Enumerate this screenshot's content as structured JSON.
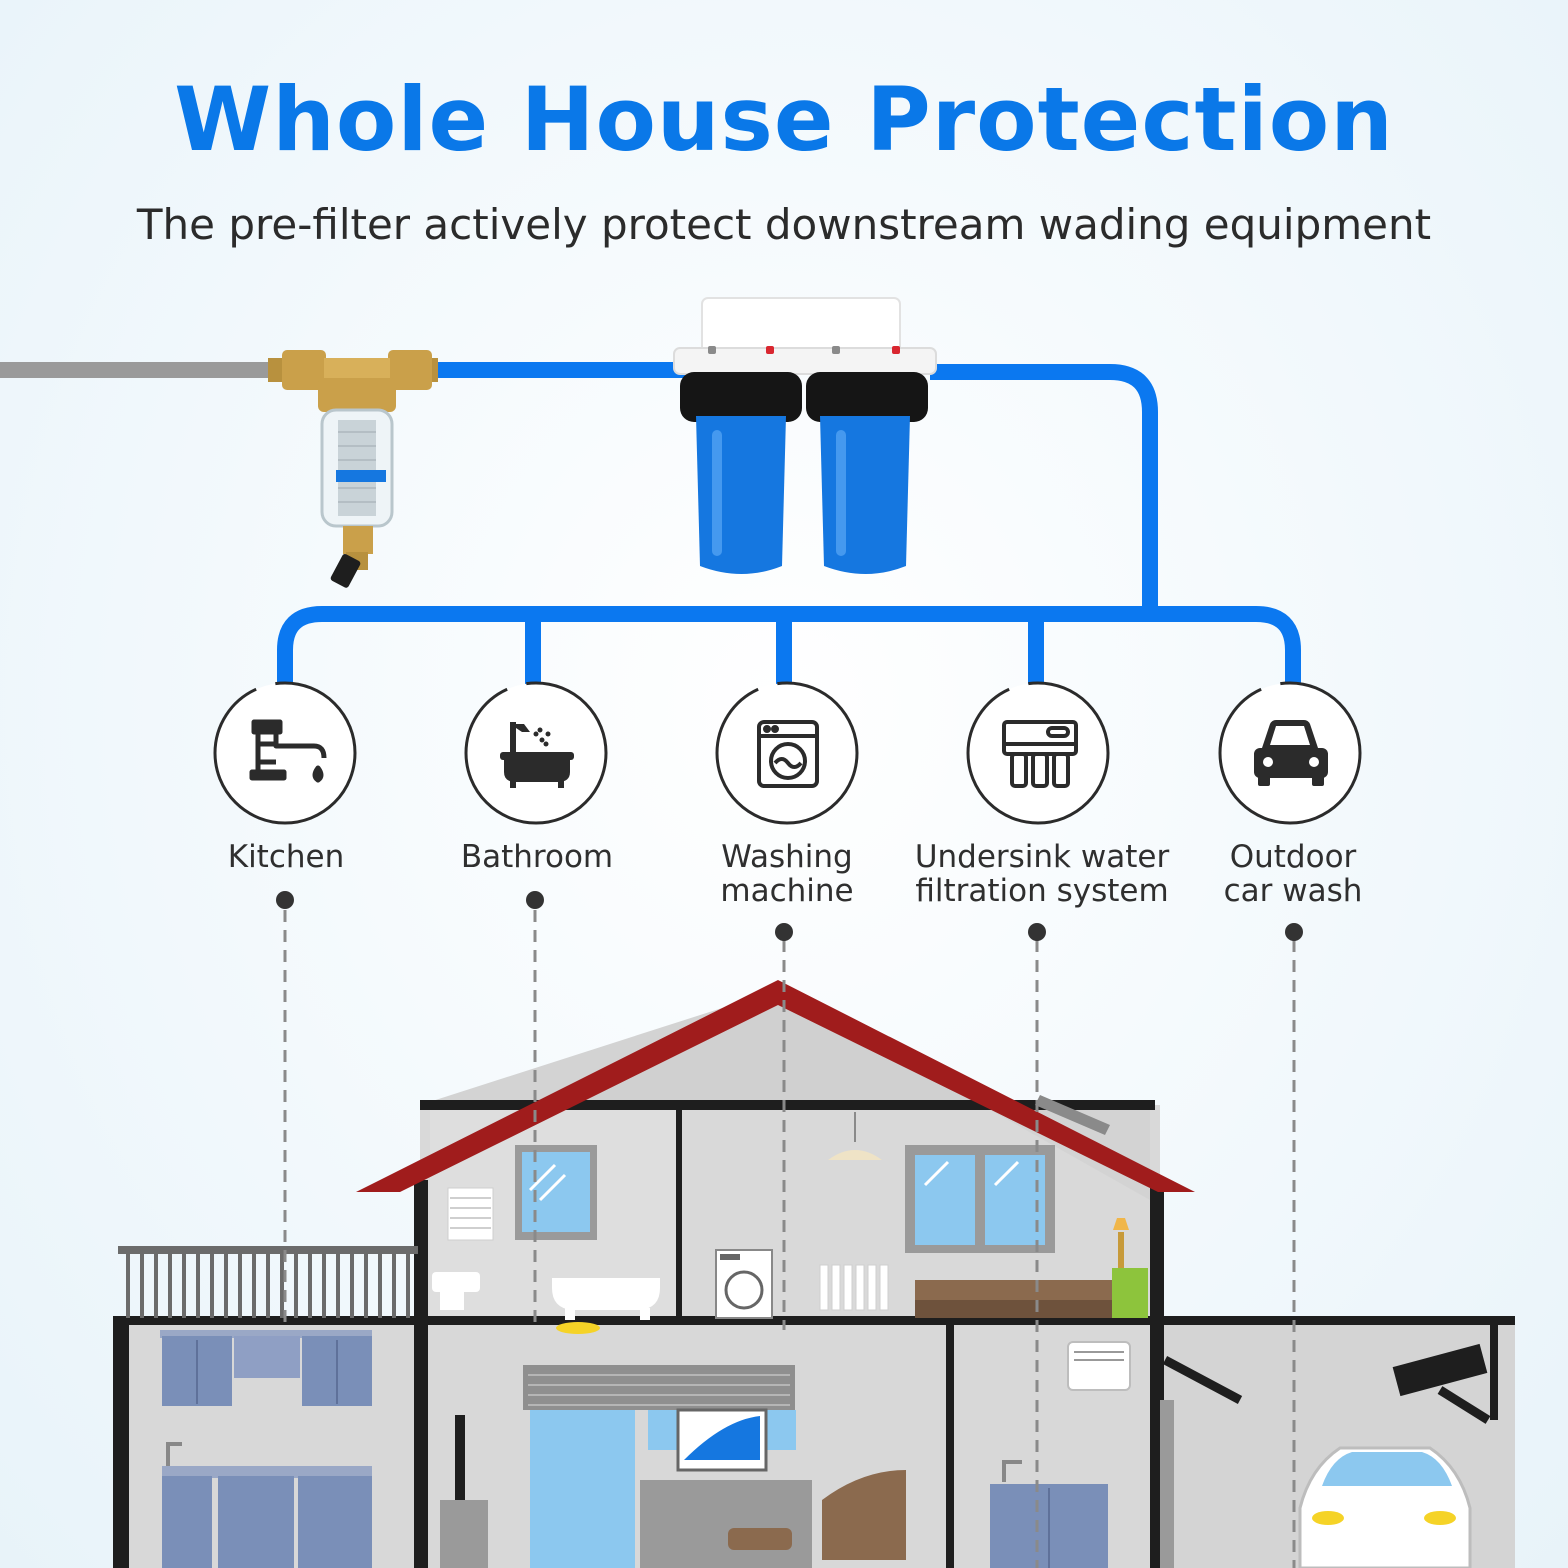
{
  "header": {
    "title": "Whole House Protection",
    "subtitle": "The pre-filter actively protect downstream wading equipment"
  },
  "outlets": [
    {
      "key": "kitchen",
      "line1": "Kitchen",
      "line2": "",
      "icon": "faucet-icon"
    },
    {
      "key": "bathroom",
      "line1": "Bathroom",
      "line2": "",
      "icon": "bathtub-shower-icon"
    },
    {
      "key": "washing",
      "line1": "Washing",
      "line2": "machine",
      "icon": "washing-machine-icon"
    },
    {
      "key": "undersink",
      "line1": "Undersink water",
      "line2": "filtration system",
      "icon": "undersink-filter-icon"
    },
    {
      "key": "outdoor",
      "line1": "Outdoor",
      "line2": "car wash",
      "icon": "car-icon"
    }
  ],
  "colors": {
    "title": "#0a78e8",
    "pipe": "#0b78f0",
    "inlet_pipe": "#9a9a9a",
    "roof": "#a01c1c",
    "house_fill": "#d9d9d9",
    "house_wall": "#1e1e1e",
    "cabinet": "#7a8fb8",
    "window_glass": "#8cc8ef",
    "filter_housing": "#1577e0",
    "brass": "#caa04a"
  }
}
